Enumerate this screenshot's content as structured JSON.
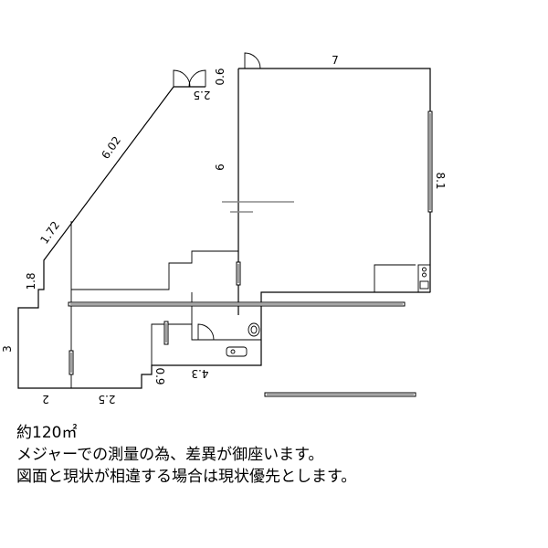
{
  "dimensions": {
    "top_right_wall": "7",
    "right_wall": "8.1",
    "center_wall": "6",
    "top_small": "0.6",
    "entrance_width": "2.5",
    "diagonal_long": "6.02",
    "diagonal_short": "1.72",
    "left_step": "1.8",
    "left_wall": "3",
    "bottom_left": "2",
    "bottom_mid": "2.5",
    "bottom_step": "0.9",
    "bath_width": "4.3"
  },
  "notes": {
    "area": "約120㎡",
    "line1": "メジャーでの測量の為、差異が御座います。",
    "line2": "図面と現状が相違する場合は現状優先とします。"
  }
}
